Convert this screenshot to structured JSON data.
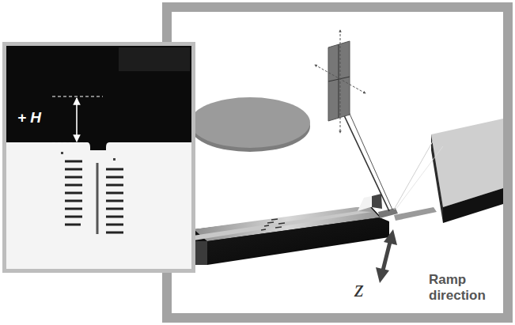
{
  "diagram": {
    "labels": [
      "+ H",
      "z",
      "Ramp direction"
    ]
  }
}
